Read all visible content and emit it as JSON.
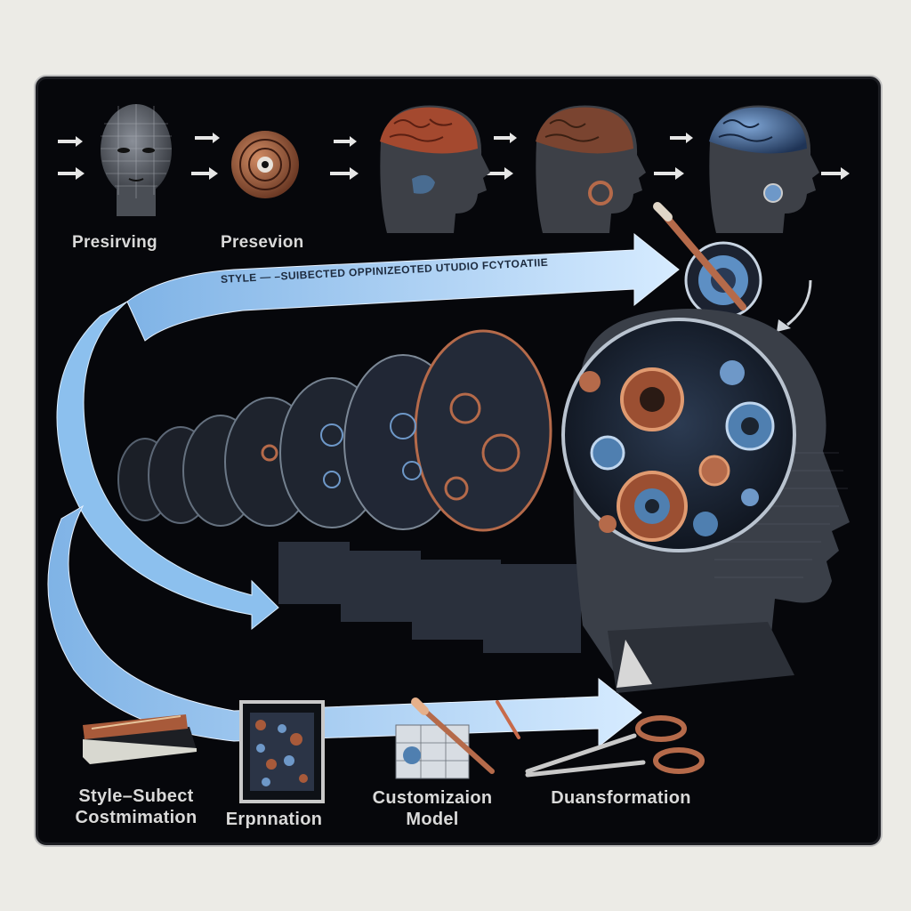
{
  "colors": {
    "background": "#06070b",
    "frame": "#ecebe6",
    "ribbon": "#aed4f5",
    "copper": "#b56a4a",
    "steel_blue": "#4f7fb0"
  },
  "top_row": {
    "labels": [
      "Presirving",
      "Presevion"
    ]
  },
  "banner": {
    "text": "STYLE — –SUIBECTED OPPINIZEOTED UTUDIO FCYTOATIIE"
  },
  "bottom_row": {
    "labels": [
      {
        "line1": "Style–Subect",
        "line2": "Costmimation"
      },
      {
        "line1": "Erpnnation",
        "line2": ""
      },
      {
        "line1": "Customizaion",
        "line2": "Model"
      },
      {
        "line1": "Duansformation",
        "line2": ""
      }
    ]
  },
  "icons": [
    "wireframe-head-icon",
    "copper-disc-icon",
    "brain-head-icon",
    "brain-head-icon",
    "blue-brain-head-icon",
    "paintbrush-badge-icon",
    "gear-head-icon",
    "book-icon",
    "framed-picture-icon",
    "brush-canvas-icon",
    "scissors-icon"
  ]
}
